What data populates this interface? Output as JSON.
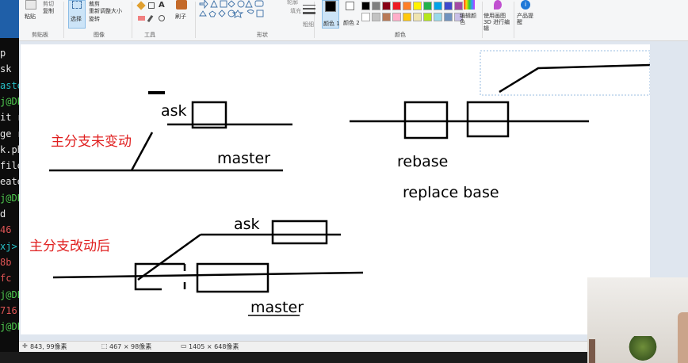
{
  "ribbon": {
    "clipboard": {
      "paste_label": "粘贴",
      "copy_label": "复制",
      "cut_label": "剪切",
      "group_label": "剪贴板"
    },
    "image": {
      "select_label": "选择",
      "crop_label": "裁剪",
      "resize_label": "重新调整大小",
      "rotate_label": "旋转",
      "group_label": "图像"
    },
    "tools": {
      "group_label": "工具"
    },
    "brushes": {
      "label": "刷子"
    },
    "shapes": {
      "outline_label": "轮廓",
      "fill_label": "填充",
      "group_label": "形状"
    },
    "size": {
      "label": "粗细"
    },
    "colors": {
      "color1_label": "颜色 1",
      "color2_label": "颜色 2",
      "edit_label": "编辑颜色",
      "group_label": "颜色",
      "palette": [
        "#000000",
        "#7f7f7f",
        "#880015",
        "#ed1c24",
        "#ff7f27",
        "#fff200",
        "#22b14c",
        "#00a2e8",
        "#3f48cc",
        "#a349a4",
        "#ffffff",
        "#c3c3c3",
        "#b97a57",
        "#ffaec9",
        "#ffc90e",
        "#efe4b0",
        "#b5e61d",
        "#99d9ea",
        "#7092be",
        "#c8bfe7"
      ]
    },
    "paint3d_label": "使用画图 3D 进行编辑",
    "product_alert_label": "产品提醒"
  },
  "terminal": {
    "lines": [
      {
        "text": "p",
        "color": "#e8e8e8"
      },
      {
        "text": "sk",
        "color": "#e8e8e8"
      },
      {
        "text": "aste",
        "color": "#27c0c7"
      },
      {
        "text": "j@DE",
        "color": "#4ec94e"
      },
      {
        "text": "it r",
        "color": "#e8e8e8"
      },
      {
        "text": "ge r",
        "color": "#e8e8e8"
      },
      {
        "text": "k.ph",
        "color": "#e8e8e8"
      },
      {
        "text": "file",
        "color": "#e8e8e8"
      },
      {
        "text": "eate",
        "color": "#e8e8e8"
      },
      {
        "text": "j@DE",
        "color": "#4ec94e"
      },
      {
        "text": "d",
        "color": "#e8e8e8"
      },
      {
        "text": " 46",
        "color": "#e05555"
      },
      {
        "text": "xj>",
        "color": "#27c0c7"
      },
      {
        "text": "8b",
        "color": "#e05555"
      },
      {
        "text": "fc",
        "color": "#e05555"
      },
      {
        "text": "j@DE",
        "color": "#4ec94e"
      },
      {
        "text": "716",
        "color": "#e05555"
      },
      {
        "text": "j@DE",
        "color": "#4ec94e"
      }
    ]
  },
  "diagram": {
    "label_unchanged": "主分支未变动",
    "label_changed": "主分支改动后",
    "ask_label": "ask",
    "master_label": "master",
    "rebase_label": "rebase",
    "replace_base_label": "replace base"
  },
  "status": {
    "cursor_pos": "843, 99像素",
    "selection_size": "467 × 98像素",
    "image_size": "1405 × 648像素"
  }
}
